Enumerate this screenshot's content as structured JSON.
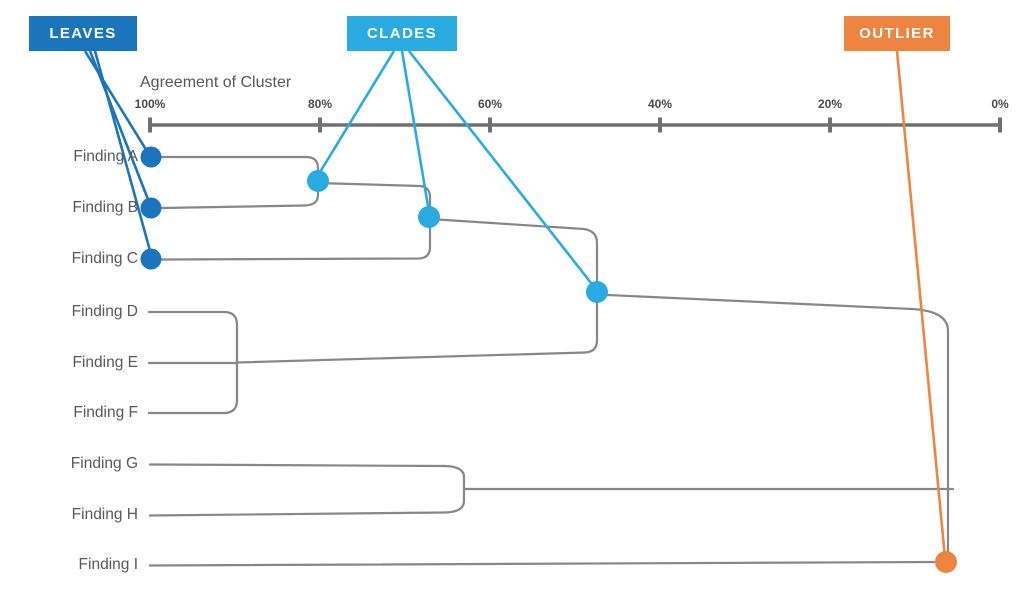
{
  "legend": {
    "leaves": {
      "label": "LEAVES",
      "color": "#1B75BC"
    },
    "clades": {
      "label": "CLADES",
      "color": "#29ABE2"
    },
    "outlier": {
      "label": "OUTLIER",
      "color": "#ED8540"
    }
  },
  "axis": {
    "title": "Agreement of Cluster",
    "ticks": [
      "100%",
      "80%",
      "60%",
      "40%",
      "20%",
      "0%"
    ],
    "line_color": "#6E7072",
    "tick_text_color": "#4A4B4D"
  },
  "rows": [
    {
      "label": "Finding A"
    },
    {
      "label": "Finding B"
    },
    {
      "label": "Finding C"
    },
    {
      "label": "Finding D"
    },
    {
      "label": "Finding E"
    },
    {
      "label": "Finding F"
    },
    {
      "label": "Finding G"
    },
    {
      "label": "Finding H"
    },
    {
      "label": "Finding I"
    }
  ],
  "tree_line_color": "#85878A",
  "chart_data": {
    "type": "dendrogram",
    "title": "",
    "xlabel": "Agreement of Cluster",
    "x_axis": {
      "ticks_percent": [
        100,
        80,
        60,
        40,
        20,
        0
      ],
      "orientation": "horizontal, 100% at left, 0% at right"
    },
    "leaves": [
      "Finding A",
      "Finding B",
      "Finding C",
      "Finding D",
      "Finding E",
      "Finding F",
      "Finding G",
      "Finding H",
      "Finding I"
    ],
    "leaf_markers": {
      "legend_label": "LEAVES",
      "color": "#1B75BC",
      "marked_leaves": [
        "Finding A",
        "Finding B",
        "Finding C"
      ],
      "at_percent": 100
    },
    "clade_markers": {
      "legend_label": "CLADES",
      "color": "#29ABE2",
      "at_percent": [
        80,
        67,
        47
      ]
    },
    "outlier_marker": {
      "legend_label": "OUTLIER",
      "color": "#ED8540",
      "leaf": "Finding I",
      "joins_at_percent": 6
    },
    "merges": [
      {
        "members": [
          "Finding A",
          "Finding B"
        ],
        "agreement_percent": 80,
        "marker": "clade"
      },
      {
        "members": [
          "A+B",
          "Finding C"
        ],
        "agreement_percent": 67,
        "marker": "clade"
      },
      {
        "members": [
          "Finding D",
          "Finding E",
          "Finding F"
        ],
        "agreement_percent": 90,
        "marker": null
      },
      {
        "members": [
          "A+B+C",
          "D+E+F"
        ],
        "agreement_percent": 47,
        "marker": "clade"
      },
      {
        "members": [
          "Finding G",
          "Finding H"
        ],
        "agreement_percent": 63,
        "marker": null
      },
      {
        "members": [
          "A-F cluster",
          "G+H",
          "Finding I"
        ],
        "agreement_percent": 6,
        "marker": "outlier"
      }
    ]
  }
}
